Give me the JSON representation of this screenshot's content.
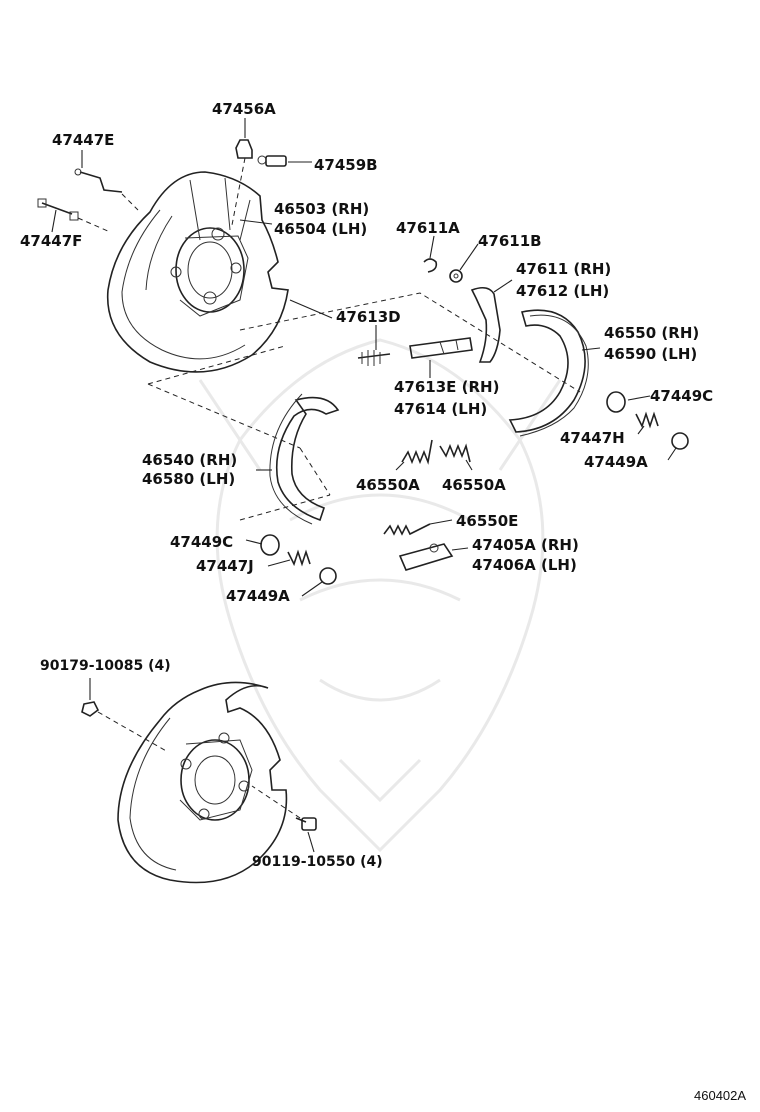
{
  "figure_id": "460402A",
  "labels": {
    "p47456A": "47456A",
    "p47447E": "47447E",
    "p47459B": "47459B",
    "p46503": "46503 (RH)",
    "p46504": "46504 (LH)",
    "p47447F": "47447F",
    "p47611A": "47611A",
    "p47611B": "47611B",
    "p47611": "47611 (RH)",
    "p47612": "47612 (LH)",
    "p47613D": "47613D",
    "p46550": "46550 (RH)",
    "p46590": "46590 (LH)",
    "p47613E": "47613E (RH)",
    "p47614": "47614 (LH)",
    "p47449C_r": "47449C",
    "p47447H": "47447H",
    "p47449A_r": "47449A",
    "p46540": "46540 (RH)",
    "p46580": "46580 (LH)",
    "p46550A_1": "46550A",
    "p46550A_2": "46550A",
    "p46550E": "46550E",
    "p47449C_l": "47449C",
    "p47405A": "47405A (RH)",
    "p47406A": "47406A (LH)",
    "p47447J": "47447J",
    "p47449A_l": "47449A",
    "p90179": "90179-10085 (4)",
    "p90119": "90119-10550 (4)"
  }
}
